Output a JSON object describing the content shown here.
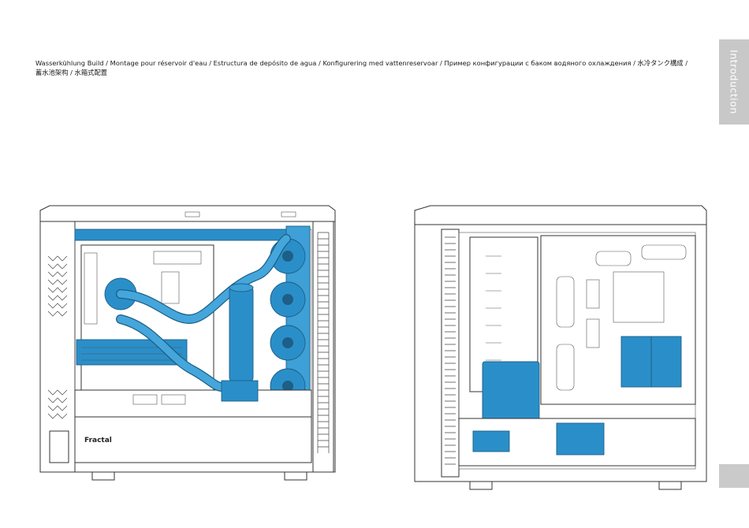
{
  "caption": "Wasserkühlung Build / Montage pour réservoir d'eau / Estructura de depósito de agua / Konfigurering med vattenreservoar / Пример конфигурации с баком водяного охлаждения  / 水冷タンク構成 / 蓄水池架构 / 水箱式配置",
  "section_tab": "Introduction",
  "brand_logo": "Fractal",
  "colors": {
    "accent": "#2a8fc9",
    "tab_gray": "#c8c8c8"
  }
}
